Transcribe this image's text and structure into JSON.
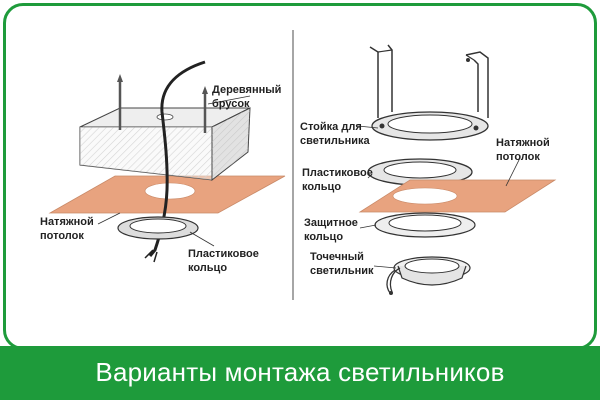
{
  "title": "Варианты монтажа светильников",
  "left_panel": {
    "labels": {
      "beam_line1": "Деревянный",
      "beam_line2": "брусок",
      "ceiling_line1": "Натяжной",
      "ceiling_line2": "потолок",
      "ring_line1": "Пластиковое",
      "ring_line2": "кольцо"
    }
  },
  "right_panel": {
    "labels": {
      "stand_line1": "Стойка для",
      "stand_line2": "светильника",
      "ceiling_line1": "Натяжной",
      "ceiling_line2": "потолок",
      "plastic_ring_line1": "Пластиковое",
      "plastic_ring_line2": "кольцо",
      "protective_ring_line1": "Защитное",
      "protective_ring_line2": "кольцо",
      "spotlight_line1": "Точечный",
      "spotlight_line2": "светильник"
    }
  },
  "colors": {
    "brand_green": "#1e9b3b",
    "ceiling_fill": "#e8a37f",
    "line": "#333333"
  }
}
